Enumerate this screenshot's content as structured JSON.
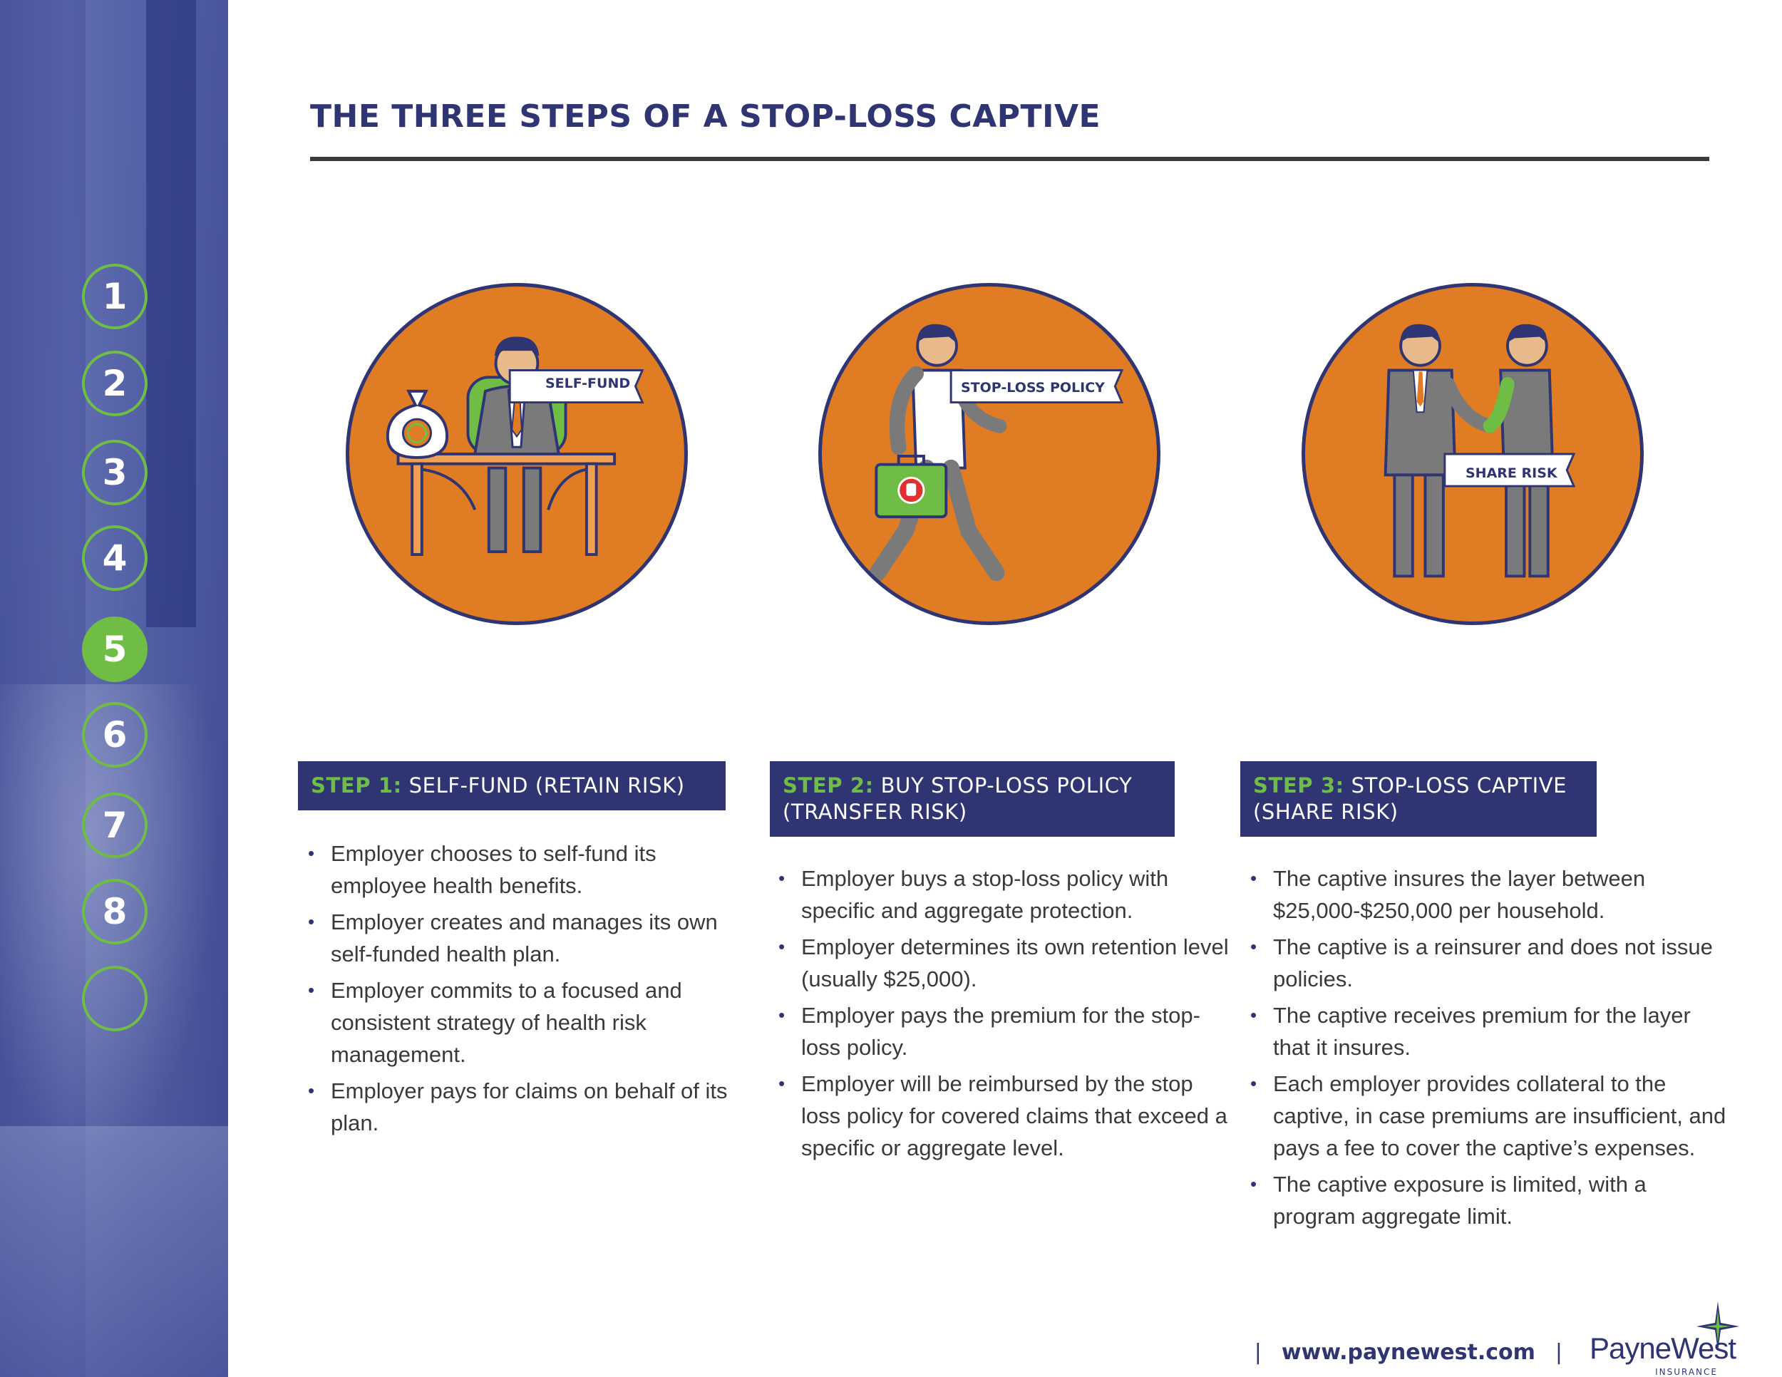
{
  "page": {
    "title": "THE THREE STEPS OF A STOP-LOSS CAPTIVE"
  },
  "sidebar": {
    "items": [
      {
        "label": "1",
        "active": false
      },
      {
        "label": "2",
        "active": false
      },
      {
        "label": "3",
        "active": false
      },
      {
        "label": "4",
        "active": false
      },
      {
        "label": "5",
        "active": true
      },
      {
        "label": "6",
        "active": false
      },
      {
        "label": "7",
        "active": false
      },
      {
        "label": "8",
        "active": false
      },
      {
        "label": "",
        "active": false
      }
    ]
  },
  "colors": {
    "navy": "#2f3573",
    "green": "#6fbd45",
    "orange": "#e07c24"
  },
  "steps": [
    {
      "illustration_label": "SELF-FUND",
      "number": "STEP 1:",
      "title_line1": "SELF-FUND (RETAIN RISK)",
      "title_line2": "",
      "bullets": [
        "Employer chooses to self-fund its employee health benefits.",
        "Employer creates and manages its own self-funded health plan.",
        "Employer commits to a focused and consistent strategy of health risk management.",
        "Employer pays for claims on behalf of its plan."
      ]
    },
    {
      "illustration_label": "STOP-LOSS POLICY",
      "number": "STEP 2:",
      "title_line1": "BUY STOP-LOSS POLICY",
      "title_line2": "(TRANSFER RISK)",
      "bullets": [
        "Employer buys a stop-loss policy with specific and aggregate protection.",
        "Employer determines its own retention level (usually $25,000).",
        "Employer pays the premium for the stop-loss policy.",
        "Employer will be reimbursed by the stop loss policy for covered claims that exceed a specific or aggregate level."
      ]
    },
    {
      "illustration_label": "SHARE RISK",
      "number": "STEP 3:",
      "title_line1": "STOP-LOSS CAPTIVE",
      "title_line2": "(SHARE RISK)",
      "bullets": [
        "The captive insures the layer between $25,000-$250,000 per household.",
        "The captive is a reinsurer and does not issue policies.",
        "The captive receives premium for the layer that it insures.",
        "Each employer provides collateral to the captive, in case premiums are insufficient, and pays a fee to cover the captive’s expenses.",
        "The captive exposure is limited, with a program aggregate limit."
      ]
    }
  ],
  "footer": {
    "url": "www.paynewest.com",
    "logo_text": "PayneWest",
    "logo_sub": "INSURANCE",
    "separator": "|"
  }
}
